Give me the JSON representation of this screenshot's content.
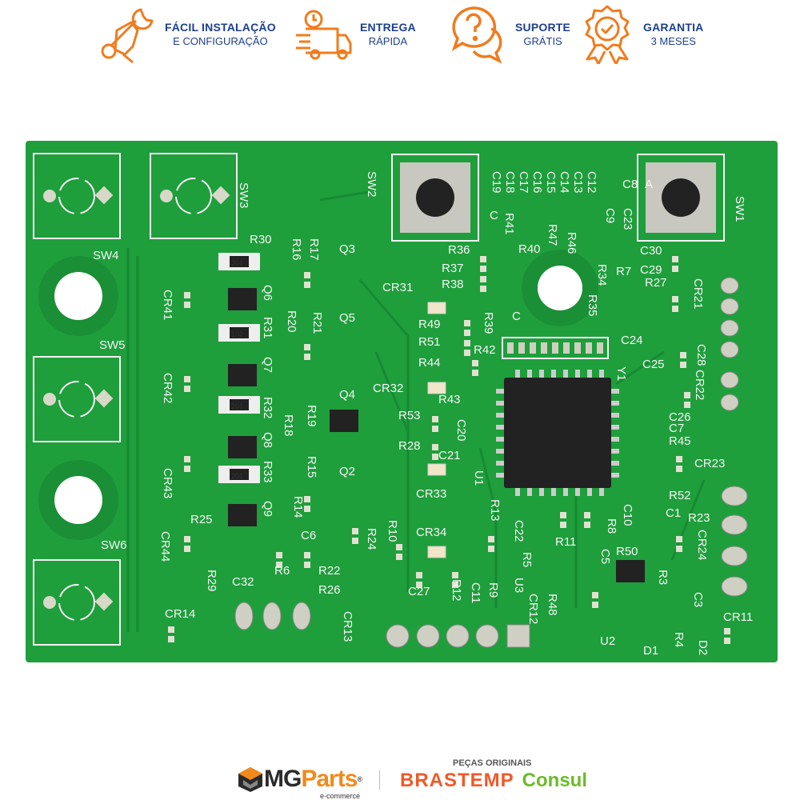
{
  "banner": {
    "features": [
      {
        "icon": "wrench-hand-icon",
        "title": "FÁCIL INSTALAÇÃO",
        "subtitle": "E CONFIGURAÇÃO"
      },
      {
        "icon": "delivery-truck-icon",
        "title": "ENTREGA",
        "subtitle": "RÁPIDA"
      },
      {
        "icon": "question-chat-icon",
        "title": "SUPORTE",
        "subtitle": "GRÁTIS"
      },
      {
        "icon": "warranty-badge-icon",
        "title": "GARANTIA",
        "subtitle": "3 MESES"
      }
    ],
    "accent_color": "#f07c1e",
    "text_color": "#1d3f8f"
  },
  "pcb": {
    "board_color": "#1f9e3c",
    "labels": [
      "SW4",
      "SW3",
      "SW2",
      "SW1",
      "SW5",
      "SW6",
      "R30",
      "R17",
      "R16",
      "Q3",
      "CR41",
      "Q6",
      "R31",
      "CR31",
      "R49",
      "R51",
      "R44",
      "CR32",
      "R43",
      "R53",
      "R28",
      "C21",
      "CR33",
      "U1",
      "CR34",
      "R10",
      "R24",
      "C27",
      "R12",
      "C11",
      "R9",
      "U3",
      "CR12",
      "R48",
      "U2",
      "D1",
      "R4",
      "D2",
      "CR11",
      "CR24",
      "R23",
      "C1",
      "CR23",
      "R45",
      "C7",
      "C26",
      "CR22",
      "C28",
      "C25",
      "Y1",
      "C24",
      "R35",
      "R34",
      "R7",
      "R27",
      "C29",
      "C30",
      "CR21",
      "R46",
      "R47",
      "R40",
      "R41",
      "R36",
      "R37",
      "R38",
      "R39",
      "R42",
      "C8",
      "A",
      "C9",
      "C23",
      "C12",
      "C13",
      "C14",
      "C15",
      "C16",
      "C17",
      "C18",
      "C19",
      "C",
      "CR42",
      "CR43",
      "R25",
      "CR44",
      "R29",
      "C32",
      "R6",
      "C6",
      "R22",
      "R26",
      "CR13",
      "CR14",
      "R20",
      "R21",
      "Q5",
      "Q7",
      "R32",
      "Q8",
      "R33",
      "Q9",
      "R19",
      "R18",
      "Q4",
      "R15",
      "Q2",
      "R14",
      "R13",
      "R50",
      "R11",
      "R5",
      "C5",
      "R3",
      "C3",
      "R8",
      "C10",
      "R52",
      "C22",
      "C20",
      "C",
      "201",
      "102",
      "201",
      "201"
    ]
  },
  "footer": {
    "logo_main": "MG",
    "logo_accent": "Parts",
    "logo_registered": "®",
    "logo_sub": "e-commerce",
    "tagline": "PEÇAS ORIGINAIS",
    "brand1": "BRASTEMP",
    "brand2": "Consul"
  }
}
